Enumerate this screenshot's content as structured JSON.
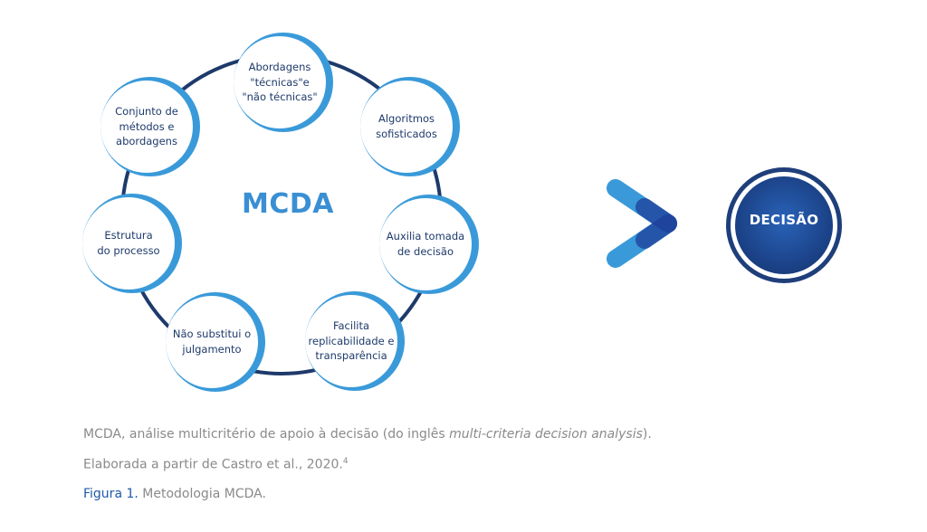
{
  "diagram": {
    "center_label": "MCDA",
    "nodes": [
      {
        "label": "Abordagens\n\"técnicas\"e\n\"não técnicas\""
      },
      {
        "label": "Algoritmos\nsofisticados"
      },
      {
        "label": "Auxilia tomada\nde decisão"
      },
      {
        "label": "Facilita\nreplicabilidade e\ntransparência"
      },
      {
        "label": "Não substitui o\njulgamento"
      },
      {
        "label": "Estrutura\ndo processo"
      },
      {
        "label": "Conjunto de\nmétodos e\nabordagens"
      }
    ],
    "result_label": "DECISÃO",
    "colors": {
      "ring": "#1e3a6b",
      "light_blue": "#3a9ad9",
      "dark_blue": "#1e3f7a",
      "center_text": "#3a8fd4",
      "decision_inner": "#1e4f9c"
    }
  },
  "caption": {
    "line1_prefix": "MCDA, análise multicritério de apoio à decisão (do inglês ",
    "line1_italic": "multi-criteria decision analysis",
    "line1_suffix": ").",
    "line2": "Elaborada a partir de Castro et al., 2020.",
    "line2_ref": "4",
    "figure_label": "Figura 1.",
    "figure_title": " Metodologia MCDA."
  }
}
